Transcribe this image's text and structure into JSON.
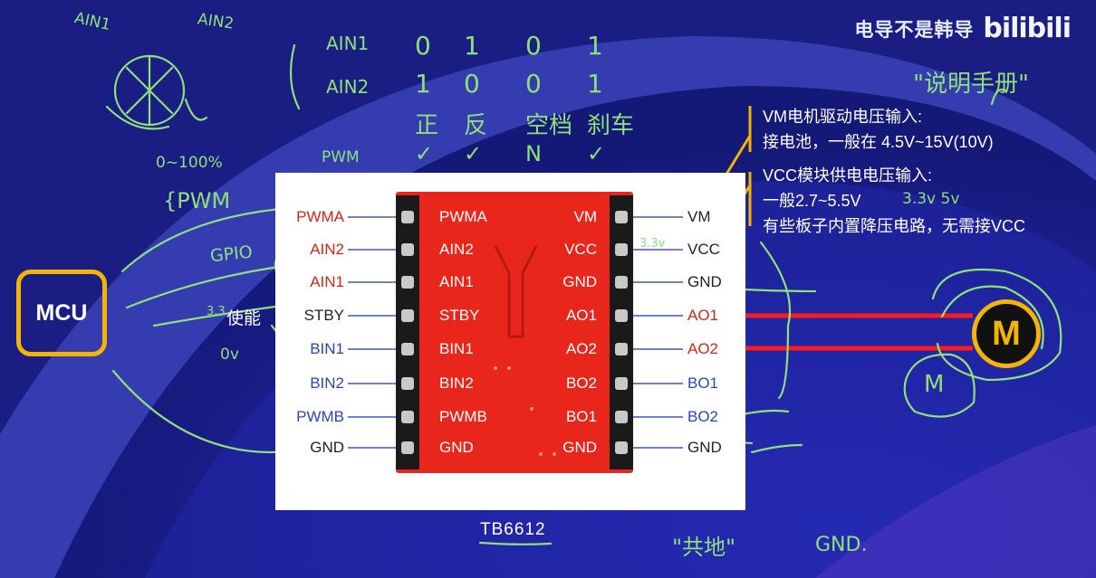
{
  "watermark": {
    "text": "电导不是韩导",
    "logo": "bilibili"
  },
  "mcu_label": "MCU",
  "enable_label": "使能",
  "chip_name": "TB6612",
  "left_pins": [
    {
      "name": "PWMA",
      "color": "#d82416"
    },
    {
      "name": "AIN2",
      "color": "#d82416"
    },
    {
      "name": "AIN1",
      "color": "#d82416"
    },
    {
      "name": "STBY",
      "color": "#222222"
    },
    {
      "name": "BIN1",
      "color": "#2c44b8"
    },
    {
      "name": "BIN2",
      "color": "#2c44b8"
    },
    {
      "name": "PWMB",
      "color": "#2c44b8"
    },
    {
      "name": "GND",
      "color": "#222222"
    }
  ],
  "board_left_pins": [
    "PWMA",
    "AIN2",
    "AIN1",
    "STBY",
    "BIN1",
    "BIN2",
    "PWMB",
    "GND"
  ],
  "board_right_pins": [
    "VM",
    "VCC",
    "GND",
    "AO1",
    "AO2",
    "BO2",
    "BO1",
    "GND"
  ],
  "right_pins": [
    {
      "name": "VM",
      "color": "#222222"
    },
    {
      "name": "VCC",
      "color": "#222222"
    },
    {
      "name": "GND",
      "color": "#222222"
    },
    {
      "name": "AO1",
      "color": "#d82416"
    },
    {
      "name": "AO2",
      "color": "#d82416"
    },
    {
      "name": "BO1",
      "color": "#2c44b8"
    },
    {
      "name": "BO2",
      "color": "#2c44b8"
    },
    {
      "name": "GND",
      "color": "#222222"
    }
  ],
  "notes": {
    "vm_line1": "VM电机驱动电压输入:",
    "vm_line2": "接电池，一般在 4.5V~15V(10V)",
    "vcc_line1": "VCC模块供电电压输入:",
    "vcc_line2": "一般2.7~5.5V",
    "vcc_line3": "有些板子内置降压电路，无需接VCC"
  },
  "motor_label": "M",
  "handwriting": {
    "ain1": "AIN1",
    "ain2": "AIN2",
    "row_ain1": "AIN1",
    "row_ain2": "AIN2",
    "ain1_vals": [
      "0",
      "1",
      "0",
      "1"
    ],
    "ain2_vals": [
      "1",
      "0",
      "0",
      "1"
    ],
    "modes": [
      "正",
      "反",
      "空档",
      "刹车"
    ],
    "pwm_row": "PWM",
    "pwm_marks": [
      "✓",
      "✓",
      "N",
      "✓"
    ],
    "range": "0~100%",
    "pwm": "{PWM",
    "gpio": "GPIO",
    "v33": "3.3",
    "v0": "0v",
    "vcc_33": "3.3v",
    "v33_5v": "3.3v 5v",
    "manual": "\"说明手册\"",
    "common_gnd": "\"共地\"",
    "gnd": "GND.",
    "motor2": "M"
  },
  "colors": {
    "accent": "#f4b400",
    "board": "#e8261b",
    "wire": "#ff1a1a",
    "ink": "#8fe07a",
    "bg": "#1b1f86"
  }
}
